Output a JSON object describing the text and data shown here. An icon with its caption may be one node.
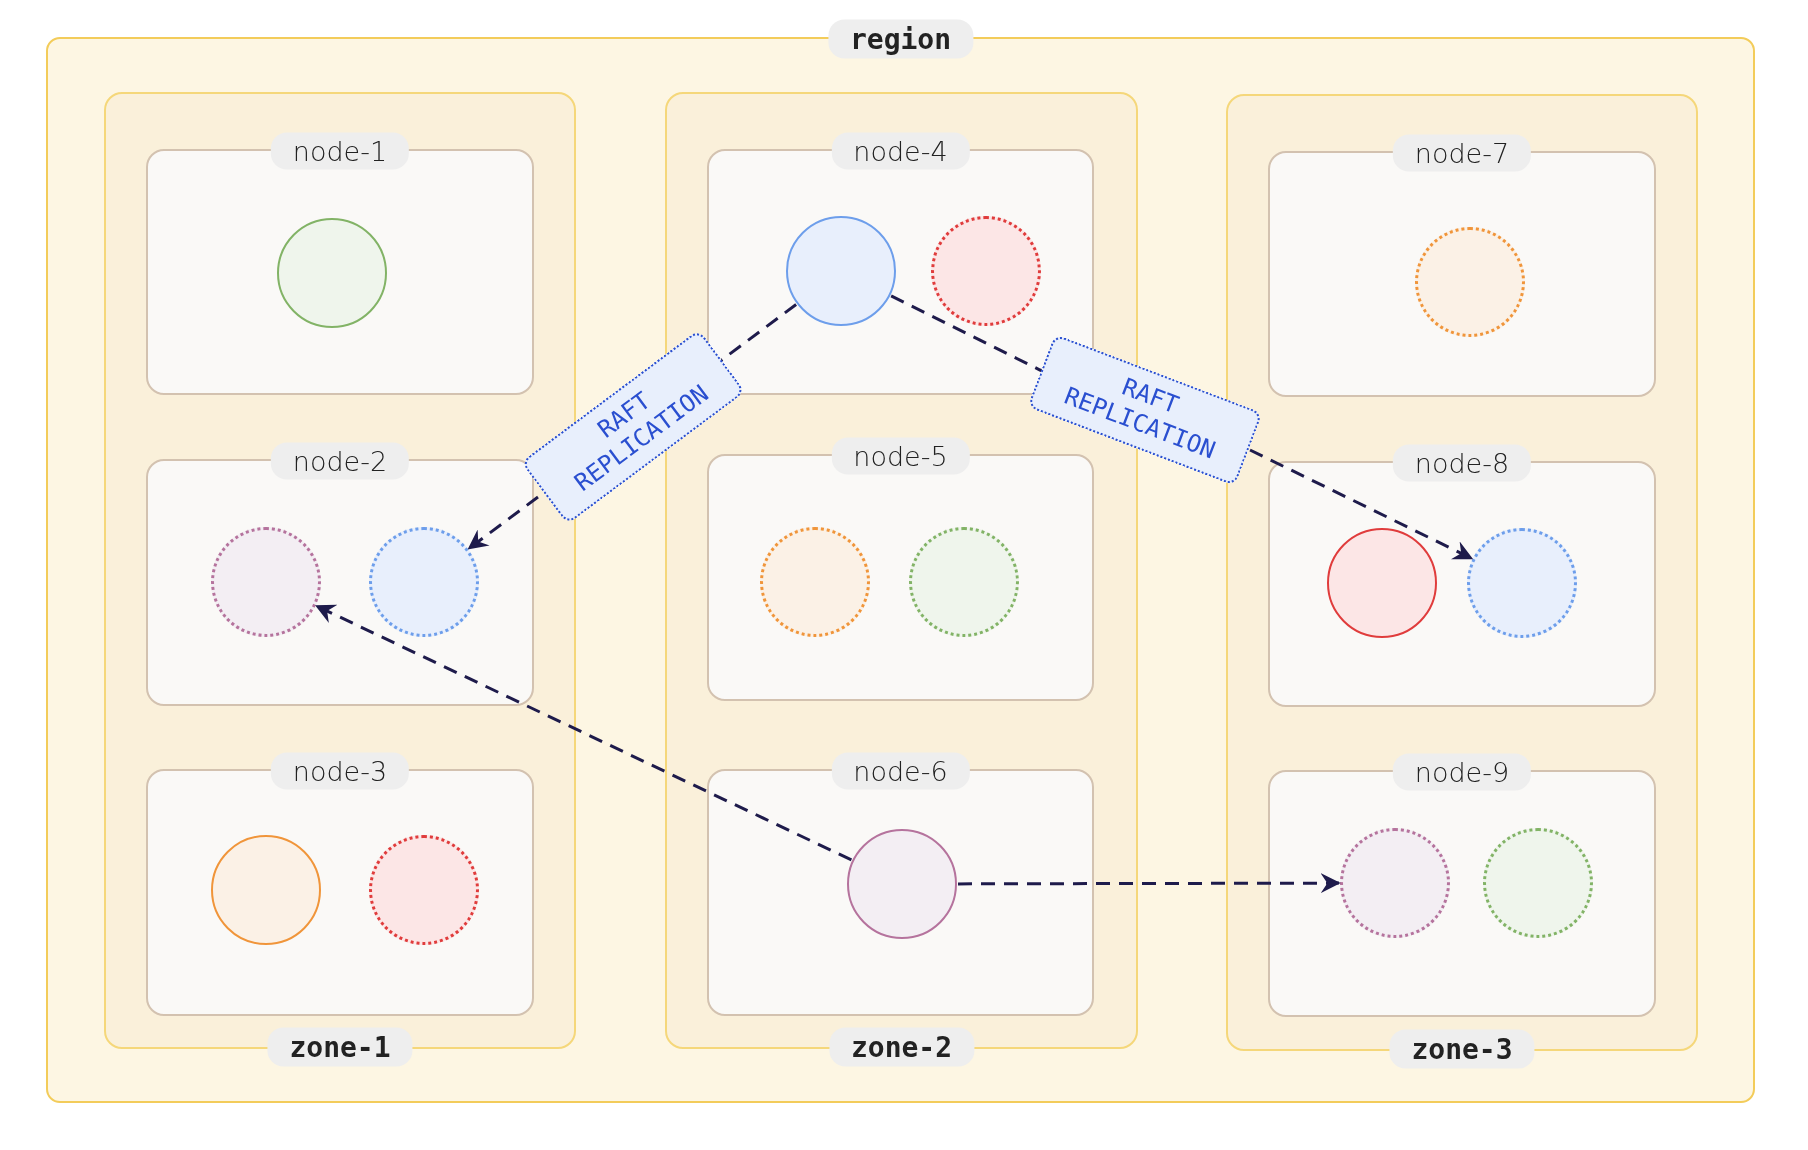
{
  "diagram": {
    "nodes": [
      {
        "text": [
          "region"
        ]
      },
      {
        "text": [
          "zone-1"
        ],
        "in": 0
      },
      {
        "text": [
          "node-1"
        ],
        "in": 1
      },
      {
        "text": [],
        "shape": "circle",
        "in": 2
      },
      {
        "text": [
          "node-2"
        ],
        "in": 1
      },
      {
        "text": [],
        "shape": "circle",
        "in": 4
      },
      {
        "text": [],
        "shape": "circle",
        "in": 4
      },
      {
        "text": [
          "node-3"
        ],
        "in": 1
      },
      {
        "text": [],
        "shape": "circle",
        "in": 7
      },
      {
        "text": [],
        "shape": "circle",
        "in": 7
      },
      {
        "text": [
          "zone-2"
        ],
        "in": 0
      },
      {
        "text": [
          "node-4"
        ],
        "in": 10
      },
      {
        "text": [],
        "shape": "circle",
        "in": 11
      },
      {
        "text": [],
        "shape": "circle",
        "in": 11
      },
      {
        "text": [
          "node-5"
        ],
        "in": 10
      },
      {
        "text": [],
        "shape": "circle",
        "in": 14
      },
      {
        "text": [],
        "shape": "circle",
        "in": 14
      },
      {
        "text": [
          "node-6"
        ],
        "in": 10
      },
      {
        "text": [],
        "shape": "circle",
        "in": 17
      },
      {
        "text": [
          "zone-3"
        ],
        "in": 0
      },
      {
        "text": [
          "node-7"
        ],
        "in": 19
      },
      {
        "text": [],
        "shape": "circle",
        "in": 20
      },
      {
        "text": [
          "node-8"
        ],
        "in": 19
      },
      {
        "text": [],
        "shape": "circle",
        "in": 22
      },
      {
        "text": [],
        "shape": "circle",
        "in": 22
      },
      {
        "text": [
          "node-9"
        ],
        "in": 19
      },
      {
        "text": [],
        "shape": "circle",
        "in": 25
      },
      {
        "text": [],
        "shape": "circle",
        "in": 25
      }
    ],
    "edges": [
      {
        "from": 12,
        "to": 6,
        "arrow": "to",
        "style": "dashed",
        "label": "RAFT REPLICATION"
      },
      {
        "from": 12,
        "to": 24,
        "arrow": "to",
        "style": "dashed",
        "label": "RAFT REPLICATION"
      },
      {
        "from": 18,
        "to": 5,
        "arrow": "to",
        "style": "dashed"
      },
      {
        "from": 18,
        "to": 26,
        "arrow": "to",
        "style": "dashed"
      }
    ]
  }
}
